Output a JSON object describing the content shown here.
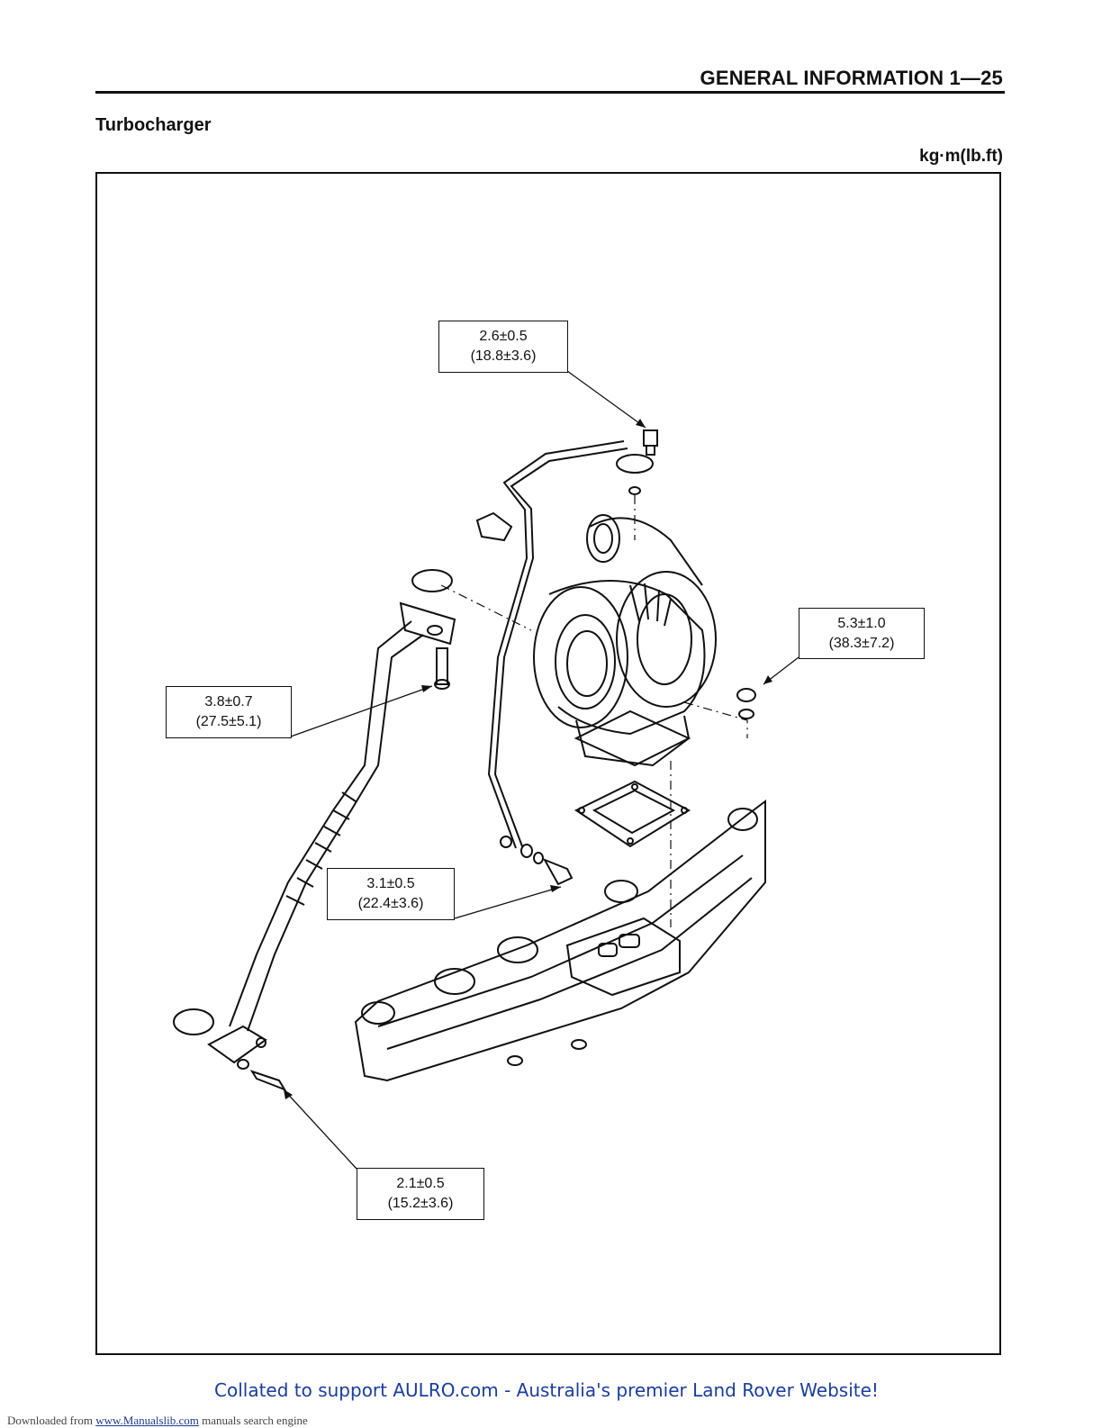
{
  "header": {
    "title": "GENERAL INFORMATION  1—25"
  },
  "section": {
    "title": "Turbocharger"
  },
  "units": "kg·m(lb.ft)",
  "torque_callouts": [
    {
      "kgm": "2.6±0.5",
      "lbft": "(18.8±3.6)"
    },
    {
      "kgm": "5.3±1.0",
      "lbft": "(38.3±7.2)"
    },
    {
      "kgm": "3.8±0.7",
      "lbft": "(27.5±5.1)"
    },
    {
      "kgm": "3.1±0.5",
      "lbft": "(22.4±3.6)"
    },
    {
      "kgm": "2.1±0.5",
      "lbft": "(15.2±3.6)"
    }
  ],
  "footer": {
    "downloaded_prefix": "Downloaded from",
    "link_text": "www.Manualslib.com",
    "suffix": " manuals search engine",
    "overlay": "Collated to support AULRO.com - Australia's premier Land Rover Website!"
  }
}
